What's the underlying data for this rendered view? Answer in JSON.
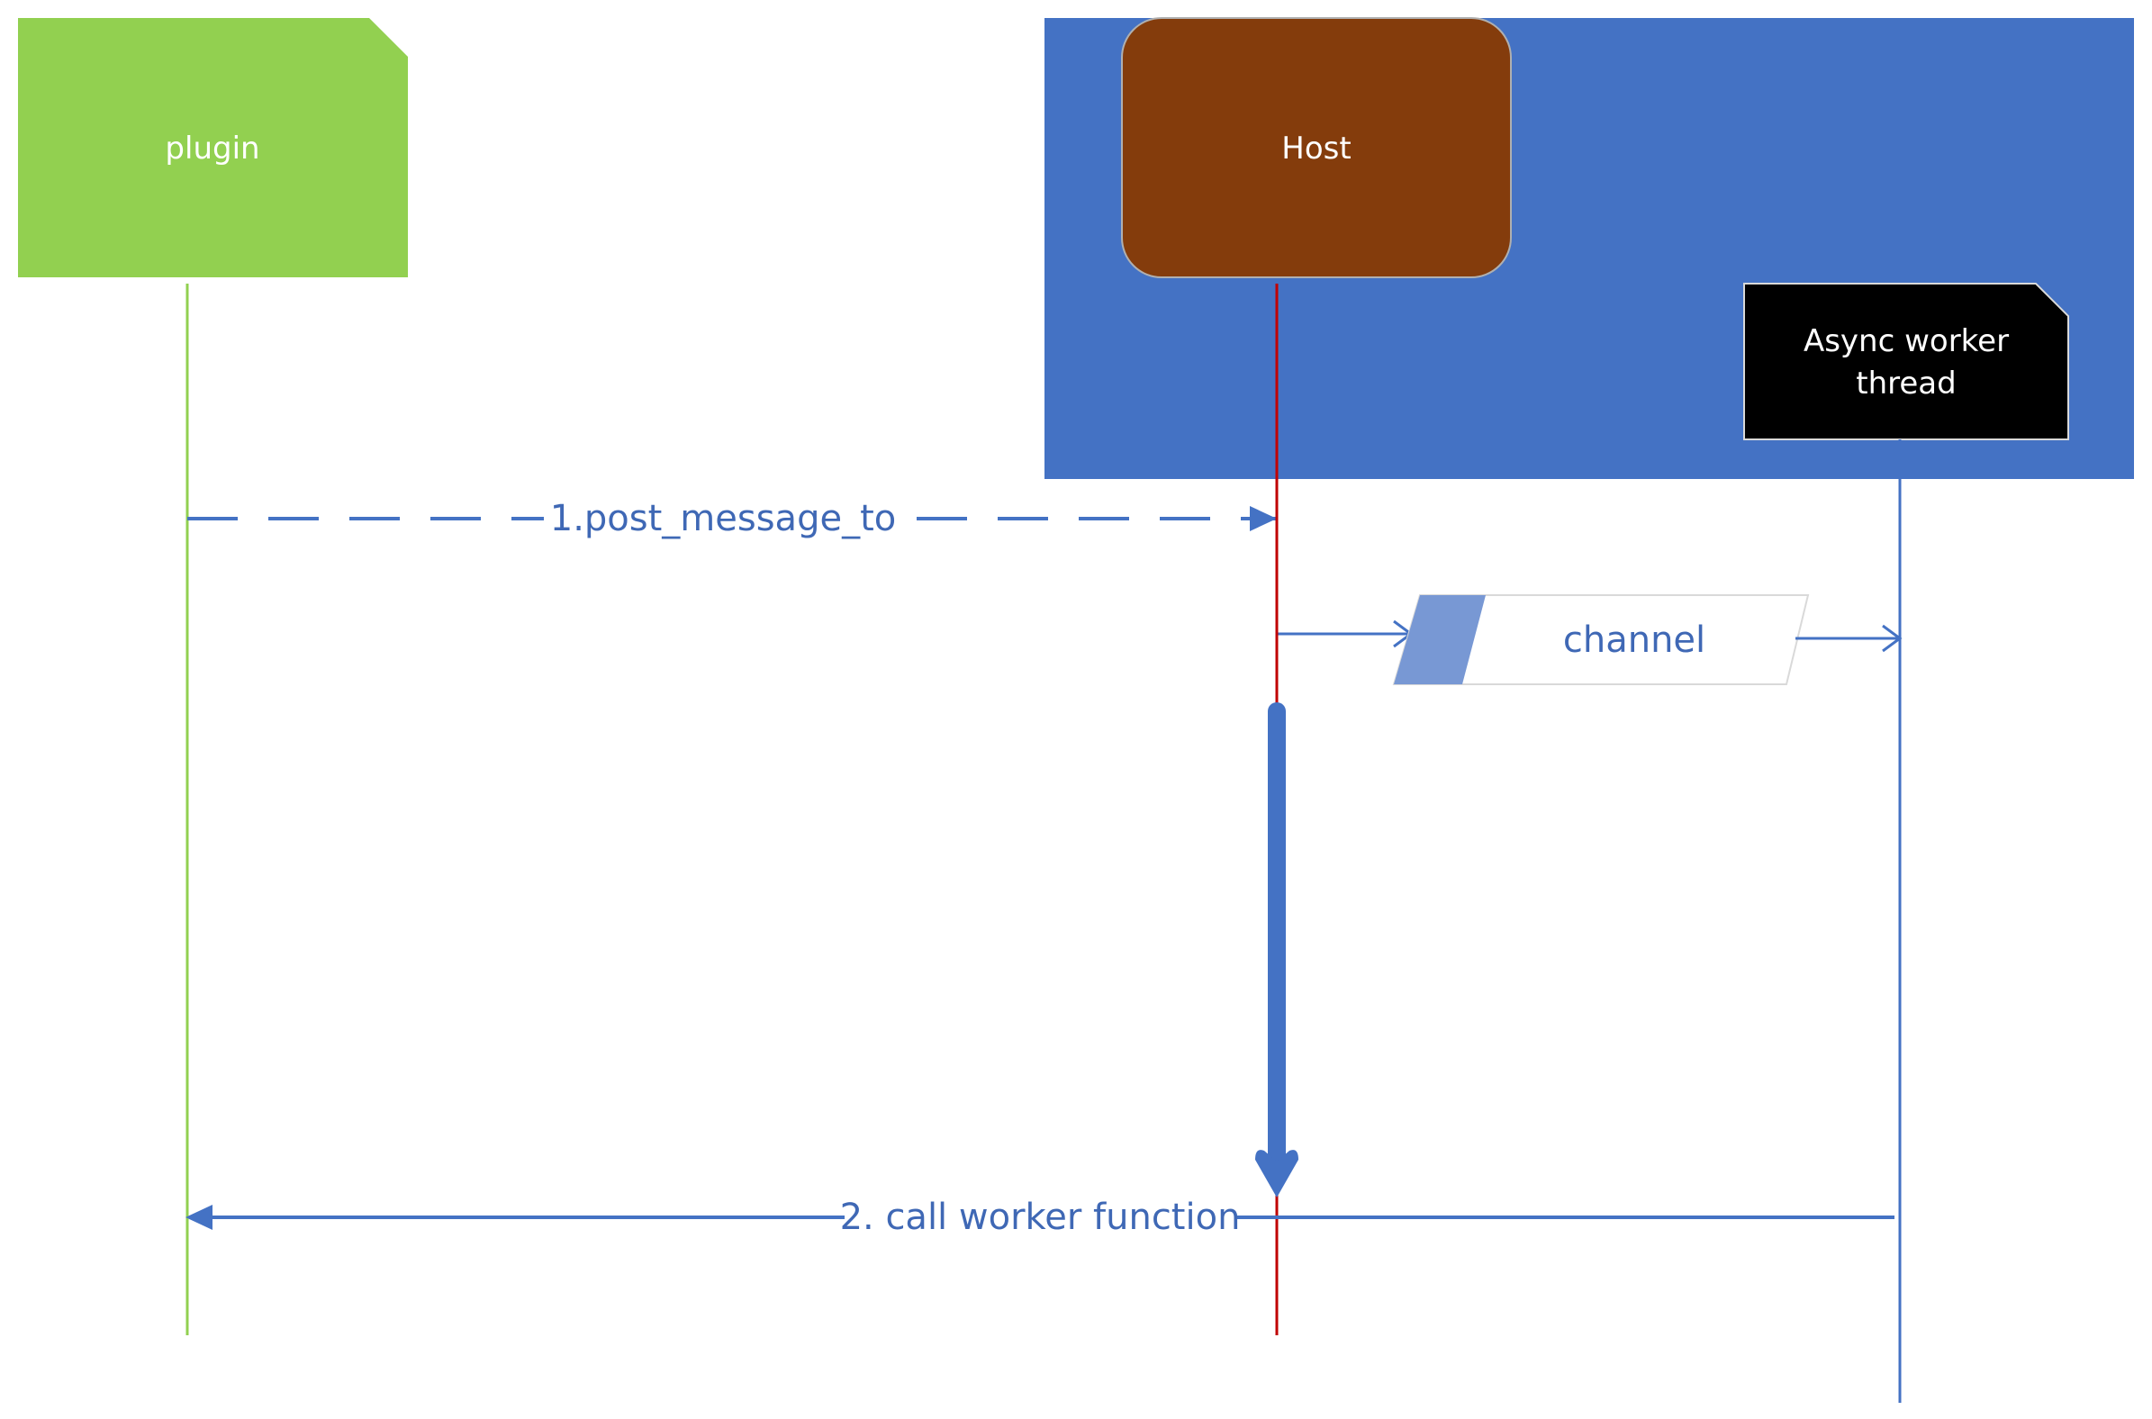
{
  "participants": {
    "plugin": {
      "label": "plugin",
      "color": "#92D050",
      "lifeline_color": "#92D050"
    },
    "host": {
      "label": "Host",
      "color": "#843C0C",
      "lifeline_color": "#C00000"
    },
    "worker": {
      "label_line1": "Async worker",
      "label_line2": "thread",
      "color": "#000000",
      "lifeline_color": "#4472C4"
    }
  },
  "container": {
    "color": "#4472C4"
  },
  "messages": {
    "post_message": {
      "label": "1.post_message_to",
      "style": "dashed"
    },
    "channel": {
      "label": "channel"
    },
    "call_worker": {
      "label": "2. call worker function",
      "style": "solid"
    }
  },
  "colors": {
    "message": "#4472C4",
    "message_text": "#3F68B5",
    "channel_accent": "#7898D4",
    "channel_border": "#D9D9D9"
  }
}
